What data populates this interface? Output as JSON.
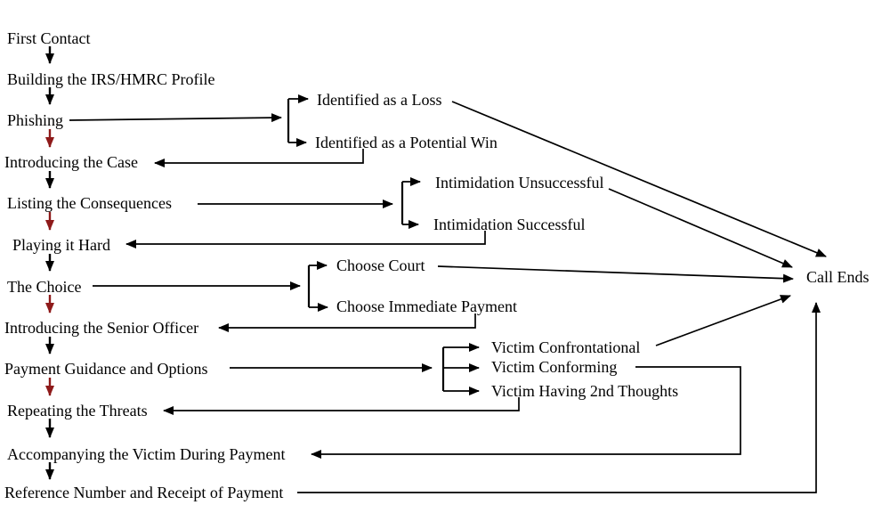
{
  "diagram": {
    "title": "Scam call stage flowchart",
    "background_color": "#ffffff",
    "line_color": "#000000",
    "escalation_arrow_color": "#8e1a1a",
    "text_color": "#000000",
    "nodes": {
      "first_contact": "First Contact",
      "building_profile": "Building the IRS/HMRC Profile",
      "phishing": "Phishing",
      "introducing_case": "Introducing the Case",
      "listing_consequences": "Listing the Consequences",
      "playing_hard": "Playing it Hard",
      "the_choice": "The Choice",
      "senior_officer": "Introducing the Senior Officer",
      "payment_guidance": "Payment Guidance and Options",
      "repeating_threats": "Repeating the Threats",
      "accompanying_victim": "Accompanying the Victim During Payment",
      "reference_receipt": "Reference Number and Receipt of Payment",
      "identified_loss": "Identified as a Loss",
      "identified_win": "Identified as a Potential Win",
      "intimidation_unsuccessful": "Intimidation Unsuccessful",
      "intimidation_successful": "Intimidation Successful",
      "choose_court": "Choose Court",
      "choose_payment": "Choose Immediate Payment",
      "victim_confrontational": "Victim Confrontational",
      "victim_conforming": "Victim Conforming",
      "victim_2nd_thoughts": "Victim Having 2nd Thoughts",
      "call_ends": "Call Ends"
    },
    "edges": [
      {
        "from": "first_contact",
        "to": "building_profile",
        "color": "black"
      },
      {
        "from": "building_profile",
        "to": "phishing",
        "color": "black"
      },
      {
        "from": "phishing",
        "to": "introducing_case",
        "color": "dark_red"
      },
      {
        "from": "introducing_case",
        "to": "listing_consequences",
        "color": "black"
      },
      {
        "from": "listing_consequences",
        "to": "playing_hard",
        "color": "dark_red"
      },
      {
        "from": "playing_hard",
        "to": "the_choice",
        "color": "black"
      },
      {
        "from": "the_choice",
        "to": "senior_officer",
        "color": "dark_red"
      },
      {
        "from": "senior_officer",
        "to": "payment_guidance",
        "color": "black"
      },
      {
        "from": "payment_guidance",
        "to": "repeating_threats",
        "color": "dark_red"
      },
      {
        "from": "repeating_threats",
        "to": "accompanying_victim",
        "color": "black"
      },
      {
        "from": "accompanying_victim",
        "to": "reference_receipt",
        "color": "black"
      },
      {
        "from": "phishing",
        "to": "identified_loss",
        "color": "black"
      },
      {
        "from": "phishing",
        "to": "identified_win",
        "color": "black"
      },
      {
        "from": "identified_loss",
        "to": "call_ends",
        "color": "black"
      },
      {
        "from": "identified_win",
        "to": "introducing_case",
        "color": "black"
      },
      {
        "from": "listing_consequences",
        "to": "intimidation_unsuccessful",
        "color": "black"
      },
      {
        "from": "listing_consequences",
        "to": "intimidation_successful",
        "color": "black"
      },
      {
        "from": "intimidation_unsuccessful",
        "to": "call_ends",
        "color": "black"
      },
      {
        "from": "intimidation_successful",
        "to": "playing_hard",
        "color": "black"
      },
      {
        "from": "the_choice",
        "to": "choose_court",
        "color": "black"
      },
      {
        "from": "the_choice",
        "to": "choose_payment",
        "color": "black"
      },
      {
        "from": "choose_court",
        "to": "call_ends",
        "color": "black"
      },
      {
        "from": "choose_payment",
        "to": "senior_officer",
        "color": "black"
      },
      {
        "from": "payment_guidance",
        "to": "victim_confrontational",
        "color": "black"
      },
      {
        "from": "payment_guidance",
        "to": "victim_conforming",
        "color": "black"
      },
      {
        "from": "payment_guidance",
        "to": "victim_2nd_thoughts",
        "color": "black"
      },
      {
        "from": "victim_confrontational",
        "to": "call_ends",
        "color": "black"
      },
      {
        "from": "victim_conforming",
        "to": "accompanying_victim",
        "color": "black"
      },
      {
        "from": "victim_2nd_thoughts",
        "to": "repeating_threats",
        "color": "black"
      },
      {
        "from": "reference_receipt",
        "to": "call_ends",
        "color": "black"
      }
    ]
  }
}
